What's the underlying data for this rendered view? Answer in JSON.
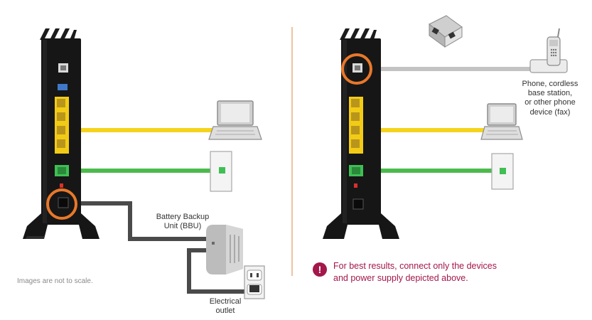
{
  "labels": {
    "bbu_line1": "Battery Backup",
    "bbu_line2": "Unit (BBU)",
    "outlet_line1": "Electrical",
    "outlet_line2": "outlet",
    "phone_line1": "Phone, cordless",
    "phone_line2": "base station,",
    "phone_line3": "or other phone",
    "phone_line4": "device (fax)"
  },
  "note": "Images are not to scale.",
  "warning": {
    "icon": "!",
    "line1": "For best results, connect only the devices",
    "line2": "and power supply depicted above."
  },
  "colors": {
    "router": "#161616",
    "ethernet_cable": "#f5d31c",
    "green_cable": "#4cbb4c",
    "power_cable": "#4a4a4a",
    "phone_cable": "#c3c3c3",
    "highlight_circle": "#e8782b",
    "divider": "#e3a36b",
    "warning": "#a3174a"
  }
}
